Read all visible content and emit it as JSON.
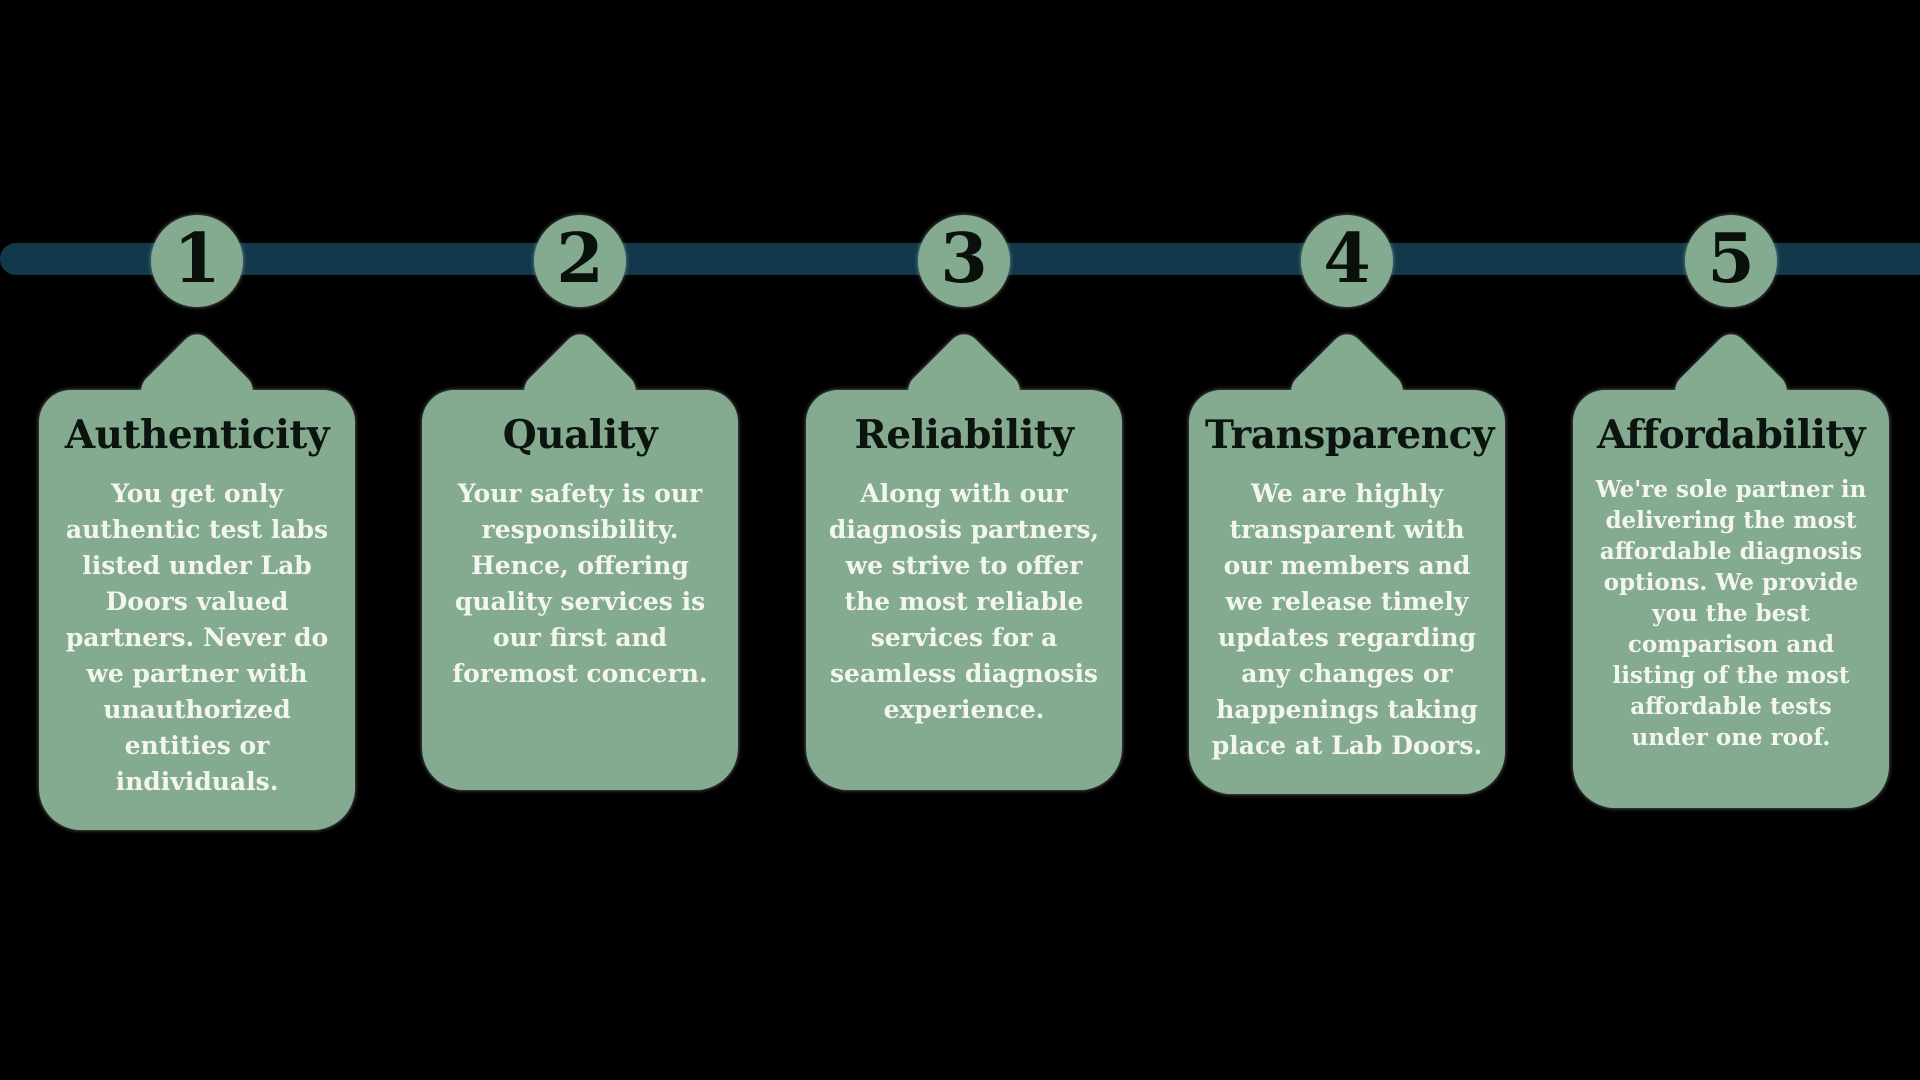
{
  "colors": {
    "background": "#000000",
    "timeline_bar": "#12394b",
    "node_fill": "#84aa8f",
    "card_fill": "#84aa8f",
    "number_color": "#0a100b",
    "title_color": "#0c1410",
    "body_text_color": "#f3f5ef"
  },
  "timeline": {
    "steps": [
      {
        "number": "1",
        "title": "Authenticity",
        "description": "You get only authentic test labs listed under Lab Doors valued partners. Never do we partner with unauthorized entities or individuals."
      },
      {
        "number": "2",
        "title": "Quality",
        "description": "Your safety is our responsibility. Hence, offering quality services is our first and foremost concern."
      },
      {
        "number": "3",
        "title": "Reliability",
        "description": "Along with our diagnosis partners, we strive to offer the most reliable services for a seamless diagnosis experience."
      },
      {
        "number": "4",
        "title": "Transparency",
        "description": "We are highly transparent with our members and we release timely updates regarding any changes or happenings taking place at Lab Doors."
      },
      {
        "number": "5",
        "title": "Affordability",
        "description": "We're sole partner in delivering the most affordable diagnosis options. We provide you the best comparison and listing of the most affordable tests under one roof."
      }
    ]
  }
}
